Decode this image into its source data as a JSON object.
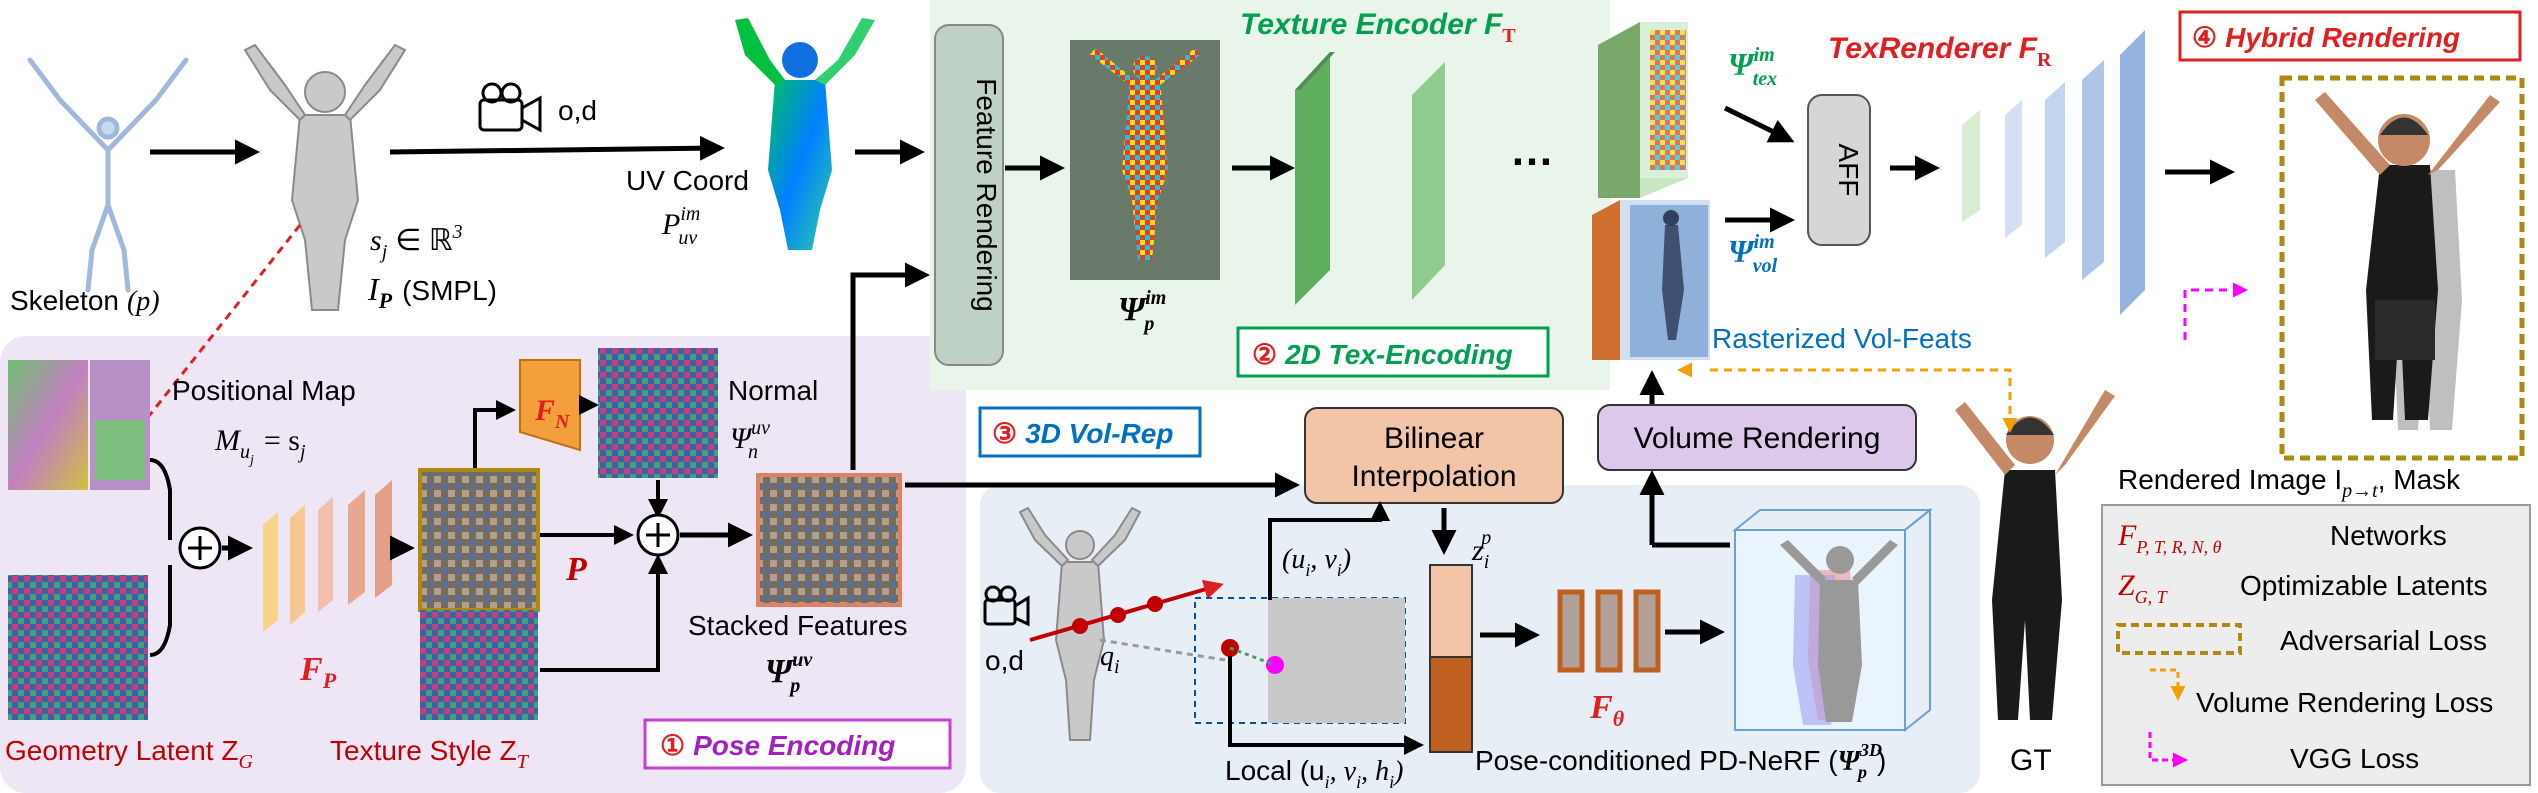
{
  "colors": {
    "pose_region": "#efe6f5",
    "tex_region": "#e9f5ea",
    "vol_region": "#e8eef5",
    "red": "#c00000",
    "blue": "#0070c0",
    "green": "#00a050",
    "purple": "#a020c0",
    "gold": "#b08a10",
    "orange": "#f08000",
    "magenta": "#ff00ff"
  },
  "top": {
    "skeleton_label": "Skeleton",
    "skeleton_var": "(p)",
    "sj_label": "s",
    "sj_sub": "j",
    "sj_rest": "∈ ℝ",
    "sj_sup": "3",
    "ip_label": "I",
    "ip_sub": "P",
    "ip_rest": "(SMPL)",
    "camera_od": "o,d",
    "uv_coord": "UV Coord",
    "puv_label": "P",
    "puv_sup": "im",
    "puv_sub": "uv"
  },
  "pose": {
    "positional_map": "Positional Map",
    "m_label": "M",
    "m_sub": "u",
    "m_subsub": "j",
    "m_rest": "= s",
    "m_rest_sub": "j",
    "fn_label": "F",
    "fn_sub": "N",
    "normal": "Normal",
    "normal_sym": "Ψ",
    "normal_sup": "uv",
    "normal_sub": "n",
    "fp_label": "F",
    "fp_sub": "P",
    "p_label": "P",
    "stacked": "Stacked Features",
    "stacked_sym": "Ψ",
    "stacked_sup": "uv",
    "stacked_sub": "p",
    "geom_latent": "Geometry Latent Z",
    "geom_sub": "G",
    "tex_style": "Texture Style Z",
    "tex_sub": "T",
    "badge_num": "①",
    "badge_text": "Pose Encoding"
  },
  "tex": {
    "feature_rendering": "Feature Rendering",
    "title": "Texture Encoder F",
    "title_sub": "T",
    "psi_label": "Ψ",
    "psi_sup": "im",
    "psi_sub": "p",
    "ellipsis": "…",
    "badge_num": "②",
    "badge_text": "2D Tex-Encoding"
  },
  "render": {
    "psi_tex": "Ψ",
    "psi_tex_sup": "im",
    "psi_tex_sub": "tex",
    "psi_vol": "Ψ",
    "psi_vol_sup": "im",
    "psi_vol_sub": "vol",
    "aff": "AFF",
    "texrenderer": "TexRenderer F",
    "texrenderer_sub": "R",
    "rasterized": "Rasterized Vol-Feats",
    "badge_num": "④",
    "badge_text": "Hybrid Rendering",
    "rendered": "Rendered Image I",
    "rendered_sub": "p→t",
    "rendered_rest": ", Mask",
    "gt": "GT"
  },
  "vol": {
    "badge_num": "③",
    "badge_text": "3D Vol-Rep",
    "bilinear_1": "Bilinear",
    "bilinear_2": "Interpolation",
    "volume_rendering": "Volume Rendering",
    "od": "o,d",
    "qi": "q",
    "qi_sub": "i",
    "uv_i": "(u",
    "uv_i_sub": "i",
    "uv_i_mid": ", v",
    "uv_i_sub2": "i",
    "uv_i_end": ")",
    "zp": "z",
    "zp_sub": "i",
    "zp_sup": "p",
    "local": "Local (u",
    "local_1": "i",
    "local_2": ", v",
    "local_3": "i",
    "local_4": ", h",
    "local_5": "i",
    "local_6": ")",
    "f_theta": "F",
    "f_theta_sub": "θ",
    "pdnerf": "Pose-conditioned PD-NeRF (",
    "pdnerf_sym": "Ψ",
    "pdnerf_sup": "3D",
    "pdnerf_sub": "p",
    "pdnerf_end": ")"
  },
  "legend": {
    "networks_sym": "F",
    "networks_sub": "P, T, R, N, θ",
    "networks": "Networks",
    "latents_sym": "Z",
    "latents_sub": "G, T",
    "latents": "Optimizable Latents",
    "adversarial": "Adversarial Loss",
    "volume": "Volume Rendering Loss",
    "vgg": "VGG Loss"
  }
}
